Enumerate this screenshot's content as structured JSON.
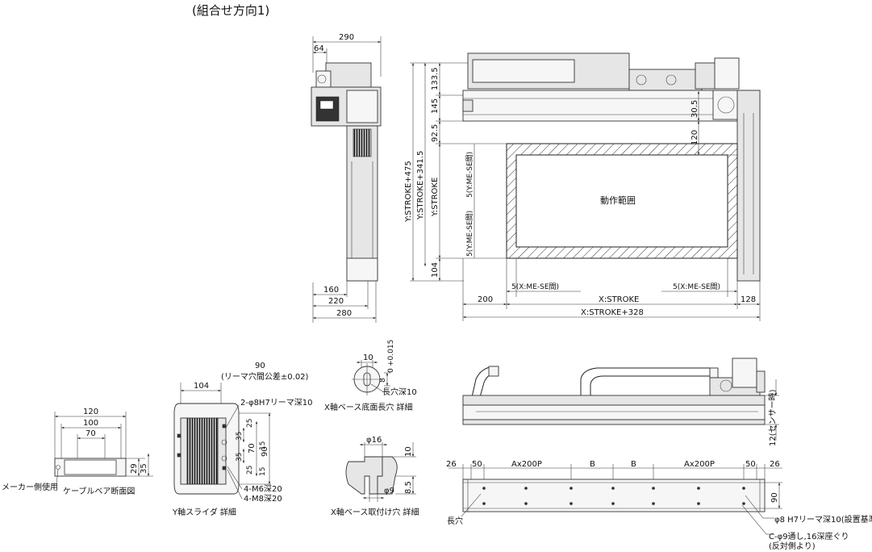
{
  "title": "(組合せ方向1)",
  "colors": {
    "line": "#222222",
    "fill": "#e6e6e6",
    "dark": "#333333",
    "background": "#ffffff"
  },
  "side_view": {
    "dims": {
      "w290": "290",
      "w64": "64",
      "w160": "160",
      "w220": "220",
      "w280": "280"
    }
  },
  "top_view": {
    "dims": {
      "y_total": "Y:STROKE+475",
      "y_341": "Y:STROKE+341.5",
      "y_stroke": "Y:STROKE",
      "d133": "133.5",
      "d145": "145",
      "d92": "92.5",
      "d104": "104",
      "d30": "30.5",
      "d120": "120",
      "y_me1": "5(Y:ME-SE間)",
      "y_me2": "5(Y:ME-SE間)",
      "x_me1": "5(X:ME-SE間)",
      "x_me2": "5(X:ME-SE間)",
      "x_stroke": "X:STROKE",
      "x_total": "X:STROKE+328",
      "d200": "200",
      "d128": "128"
    },
    "range_label": "動作範囲"
  },
  "cable_bearer": {
    "dims": {
      "w120": "120",
      "w100": "100",
      "w70": "70",
      "h29": "29",
      "h35": "35"
    },
    "maker_label": "メーカー側使用",
    "caption": "ケーブルベア断面図"
  },
  "y_slider": {
    "dims": {
      "d90": "90",
      "tol": "(リーマ穴間公差±0.02)",
      "d104": "104",
      "s25a": "25",
      "s35a": "35",
      "s35b": "35",
      "s70": "70",
      "s90": "90",
      "s25b": "25",
      "s15a": "15",
      "s15b": "15"
    },
    "callouts": {
      "ream": "2-φ8H7リーマ深10",
      "m6": "4-M6深20",
      "m8": "4-M8深20"
    },
    "caption": "Y軸スライダ 詳細"
  },
  "slot_detail": {
    "dims": {
      "d10": "10",
      "d8": "8",
      "tol": "+0.015",
      "tol0": "0"
    },
    "callout": "長穴深10",
    "caption": "X軸ベース底面長穴 詳細"
  },
  "mount_detail": {
    "dims": {
      "phi16": "φ16",
      "d10": "10",
      "d85": "8.5",
      "phi9": "φ9"
    },
    "caption": "X軸ベース取付け穴 詳細"
  },
  "front_view": {
    "sensor": "12(センサー時)"
  },
  "bottom_view": {
    "dims": {
      "d26a": "26",
      "d50a": "50",
      "ax1": "Ax200P",
      "b1": "B",
      "b2": "B",
      "ax2": "Ax200P",
      "d50b": "50",
      "d26b": "26",
      "d90": "90"
    },
    "callouts": {
      "slot": "長穴",
      "ream": "φ8 H7リーマ深10(設置基準)",
      "cbore1": "C-φ9通し,16深座ぐり",
      "cbore2": "(反対側より)"
    }
  }
}
